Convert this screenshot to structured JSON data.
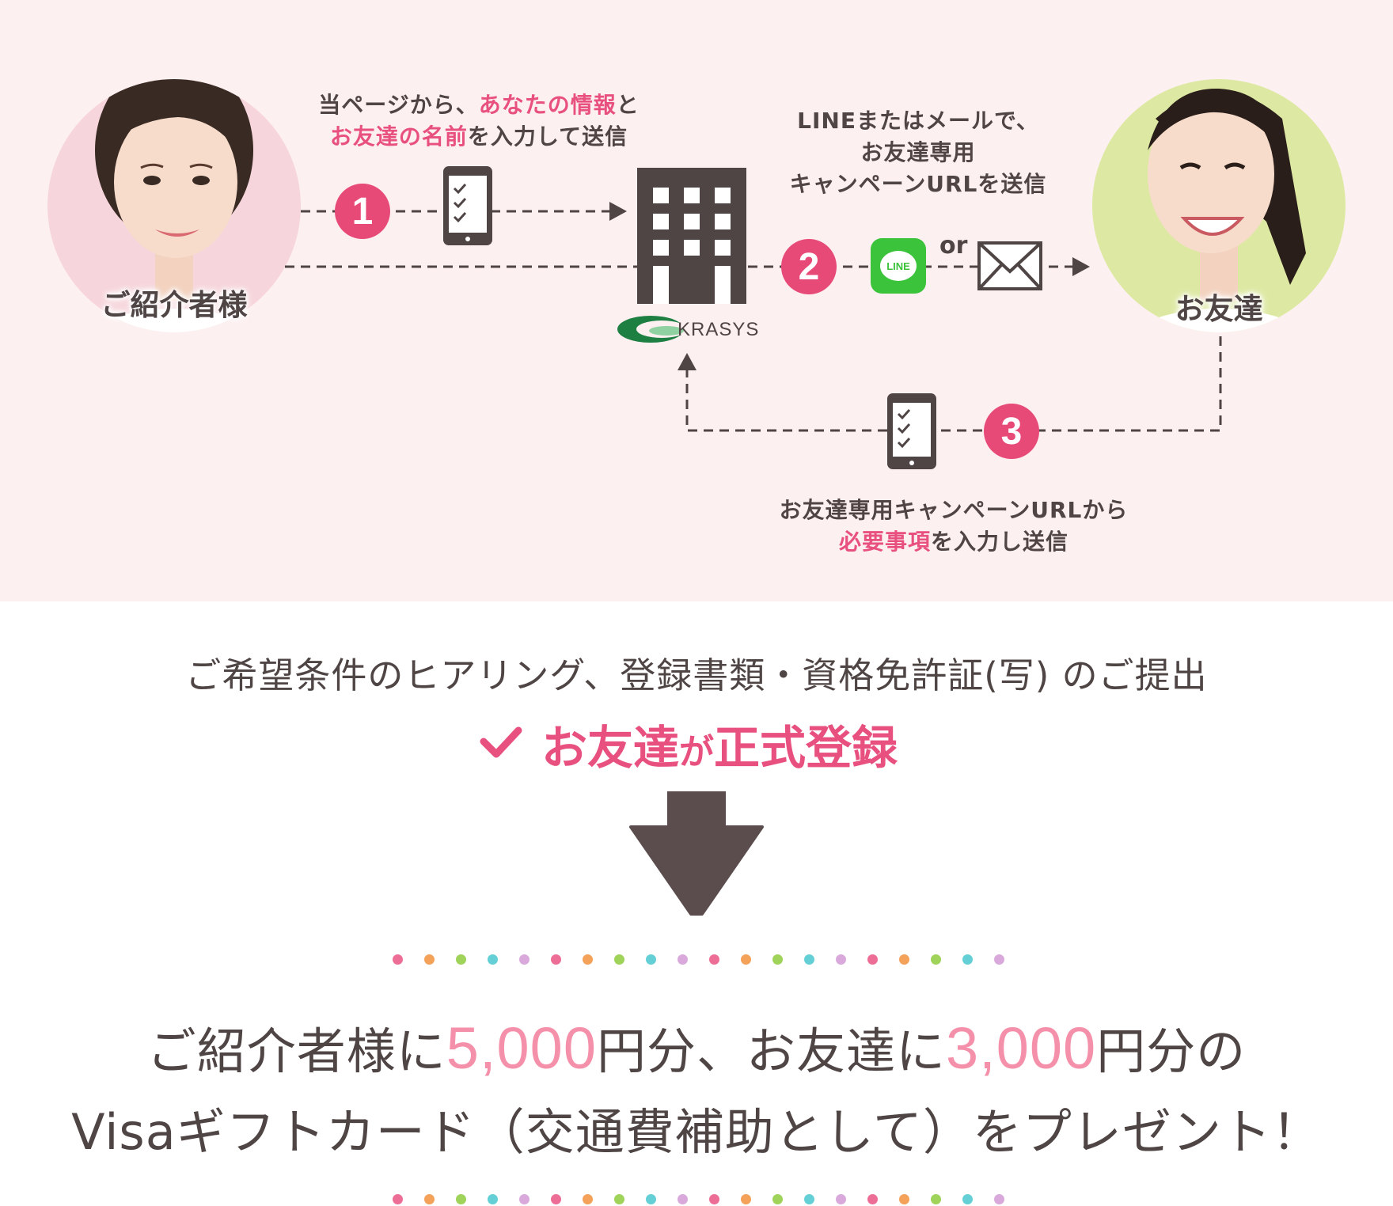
{
  "persons": {
    "referrer_label": "ご紹介者様",
    "friend_label": "お友達"
  },
  "steps": [
    {
      "number": "1"
    },
    {
      "number": "2"
    },
    {
      "number": "3"
    }
  ],
  "captions": {
    "step1": {
      "pre": "当ページから、",
      "hl1": "あなたの情報",
      "mid": "と",
      "hl2": "お友達の名前",
      "post": "を入力して送信"
    },
    "step2": {
      "line1": "LINEまたはメールで、",
      "line2": "お友達専用",
      "line3": "キャンペーンURLを送信"
    },
    "step3": {
      "line1": "お友達専用キャンペーンURLから",
      "hl": "必要事項",
      "post": "を入力し送信"
    }
  },
  "or_label": "or",
  "line_icon_label": "LINE",
  "company_logo": "KRASYS",
  "hearing_text": "ご希望条件のヒアリング、登録書類・資格免許証(写) のご提出",
  "registered": {
    "pre": "お友達",
    "small": "が",
    "post": "正式登録"
  },
  "present": {
    "line1_a": "ご紹介者様に",
    "amount1": "5,000",
    "line1_b": "円分、お友達に",
    "amount2": "3,000",
    "line1_c": "円分の",
    "line2": "Visaギフトカード（交通費補助として）をプレゼント！"
  },
  "colors": {
    "background_flow": "#fdf0f0",
    "accent_pink": "#e8507f",
    "amount_pink": "#f590aa",
    "text_dark": "#4f4545",
    "line_green": "#3bc33b",
    "dots": [
      "#ec6e96",
      "#f4a15a",
      "#9fd35a",
      "#64d0d6",
      "#d9a9dc"
    ]
  },
  "icons": [
    "smartphone-checklist-icon",
    "building-icon",
    "line-app-icon",
    "mail-envelope-icon",
    "check-icon",
    "down-arrow-icon"
  ]
}
